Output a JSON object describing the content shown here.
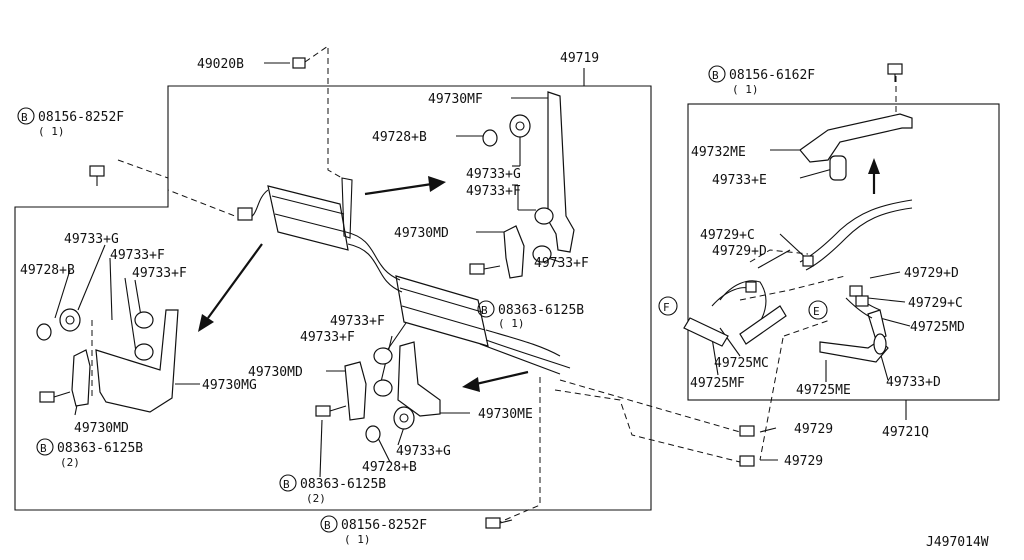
{
  "diagram_id": "J497014W",
  "callouts": [
    {
      "key": "c_49020B",
      "text": "49020B"
    },
    {
      "key": "c_49719",
      "text": "49719"
    },
    {
      "key": "c_8252_top",
      "text": "08156-8252F",
      "circled": "B",
      "qty": "( 1)"
    },
    {
      "key": "c_49730MF",
      "text": "49730MF"
    },
    {
      "key": "c_49728B_top",
      "text": "49728+B"
    },
    {
      "key": "c_49733G_top",
      "text": "49733+G"
    },
    {
      "key": "c_49733F_top",
      "text": "49733+F"
    },
    {
      "key": "c_49730MD_mid",
      "text": "49730MD"
    },
    {
      "key": "c_49733F_mid",
      "text": "49733+F"
    },
    {
      "key": "c_6125_mid",
      "text": "08363-6125B",
      "circled": "B",
      "qty": "( 1)"
    },
    {
      "key": "c_49733G_left",
      "text": "49733+G"
    },
    {
      "key": "c_49728B_left",
      "text": "49728+B"
    },
    {
      "key": "c_49733F_left1",
      "text": "49733+F"
    },
    {
      "key": "c_49733F_left2",
      "text": "49733+F"
    },
    {
      "key": "c_49730MG",
      "text": "49730MG"
    },
    {
      "key": "c_49730MD_left",
      "text": "49730MD"
    },
    {
      "key": "c_6125_left",
      "text": "08363-6125B",
      "circled": "B",
      "qty": "(2)"
    },
    {
      "key": "c_49733F_low1",
      "text": "49733+F"
    },
    {
      "key": "c_49733F_low2",
      "text": "49733+F"
    },
    {
      "key": "c_49730MD_low",
      "text": "49730MD"
    },
    {
      "key": "c_49730ME",
      "text": "49730ME"
    },
    {
      "key": "c_49733G_low",
      "text": "49733+G"
    },
    {
      "key": "c_49728B_low",
      "text": "49728+B"
    },
    {
      "key": "c_6125_low",
      "text": "08363-6125B",
      "circled": "B",
      "qty": "(2)"
    },
    {
      "key": "c_8252_bot",
      "text": "08156-8252F",
      "circled": "B",
      "qty": "( 1)"
    },
    {
      "key": "c_6162",
      "text": "08156-6162F",
      "circled": "B",
      "qty": "( 1)"
    },
    {
      "key": "c_49732ME",
      "text": "49732ME"
    },
    {
      "key": "c_49733E",
      "text": "49733+E"
    },
    {
      "key": "c_49729C_l",
      "text": "49729+C"
    },
    {
      "key": "c_49729D_l",
      "text": "49729+D"
    },
    {
      "key": "c_49729D_r",
      "text": "49729+D"
    },
    {
      "key": "c_49729C_r",
      "text": "49729+C"
    },
    {
      "key": "c_49725MD",
      "text": "49725MD"
    },
    {
      "key": "c_49725MC",
      "text": "49725MC"
    },
    {
      "key": "c_49725MF",
      "text": "49725MF"
    },
    {
      "key": "c_49725ME",
      "text": "49725ME"
    },
    {
      "key": "c_49733D",
      "text": "49733+D"
    },
    {
      "key": "c_49729_a",
      "text": "49729"
    },
    {
      "key": "c_49729_b",
      "text": "49729"
    },
    {
      "key": "c_49721Q",
      "text": "49721Q"
    }
  ],
  "markers": {
    "F": "F",
    "E": "E",
    "B": "B"
  }
}
